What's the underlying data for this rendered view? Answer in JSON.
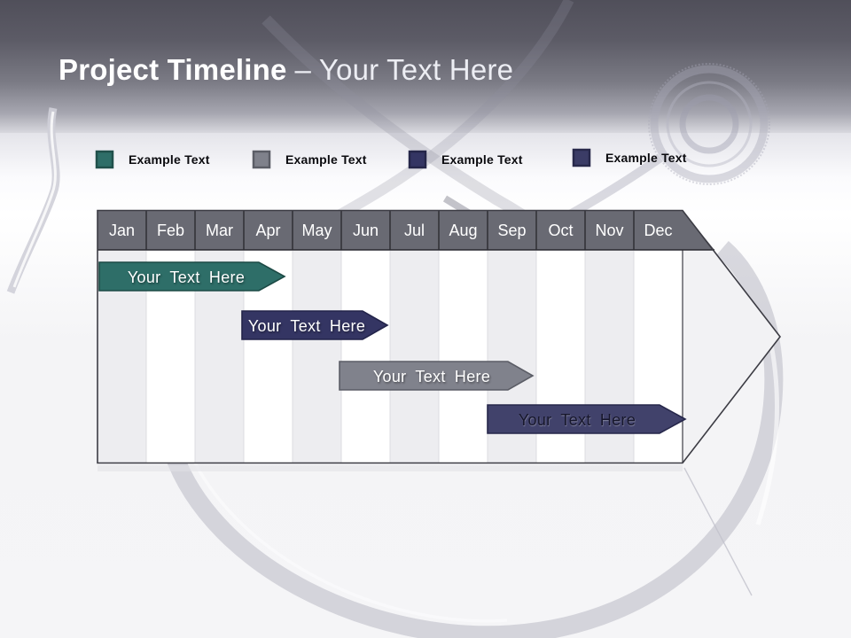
{
  "slide": {
    "title_bold": "Project Timeline",
    "title_regular": "– Your Text Here"
  },
  "legend": {
    "items": [
      {
        "label": "Example Text",
        "color": "#2E6E68",
        "border": "#20504B"
      },
      {
        "label": "Example Text",
        "color": "#7F818B",
        "border": "#5B5D66"
      },
      {
        "label": "Example Text",
        "color": "#343563",
        "border": "#252649"
      },
      {
        "label": "Example Text",
        "color": "#3B3C66",
        "border": "#28294B"
      }
    ]
  },
  "months": [
    "Jan",
    "Feb",
    "Mar",
    "Apr",
    "May",
    "Jun",
    "Jul",
    "Aug",
    "Sep",
    "Oct",
    "Nov",
    "Dec"
  ],
  "bars": [
    {
      "label": "Your Text Here",
      "color": "#2E6E68",
      "border": "#1C4A45",
      "text_color": "#FFFFFF"
    },
    {
      "label": "Your Text Here",
      "color": "#343563",
      "border": "#23244A",
      "text_color": "#FFFFFF"
    },
    {
      "label": "Your Text Here",
      "color": "#80828C",
      "border": "#5B5D66",
      "text_color": "#FFFFFF"
    },
    {
      "label": "Your Text Here",
      "color": "#41426B",
      "border": "#26274A",
      "text_color": "#16162B"
    }
  ],
  "chart_data": {
    "type": "bar",
    "variant": "gantt-timeline-arrow",
    "title": "Project Timeline – Your Text Here",
    "categories": [
      "Jan",
      "Feb",
      "Mar",
      "Apr",
      "May",
      "Jun",
      "Jul",
      "Aug",
      "Sep",
      "Oct",
      "Nov",
      "Dec"
    ],
    "series": [
      {
        "name": "Your Text Here",
        "start": "Jan",
        "end": "Apr",
        "start_index": 0.0,
        "end_index": 3.9,
        "color": "#2E6E68",
        "row": 1
      },
      {
        "name": "Your Text Here",
        "start": "Apr",
        "end": "Jun",
        "start_index": 3.0,
        "end_index": 5.9,
        "color": "#343563",
        "row": 2
      },
      {
        "name": "Your Text Here",
        "start": "Jun",
        "end": "Sep",
        "start_index": 5.0,
        "end_index": 8.9,
        "color": "#80828C",
        "row": 3
      },
      {
        "name": "Your Text Here",
        "start": "Sep",
        "end": "Dec",
        "start_index": 8.0,
        "end_index": 12.0,
        "color": "#41426B",
        "row": 4
      }
    ],
    "legend_position": "top",
    "legend_labels": [
      "Example Text",
      "Example Text",
      "Example Text",
      "Example Text"
    ],
    "grid": "vertical-month-columns",
    "x_axis": "months Jan–Dec",
    "header_fill": "#696A73",
    "stripe_fill": "#EDEDF0"
  }
}
